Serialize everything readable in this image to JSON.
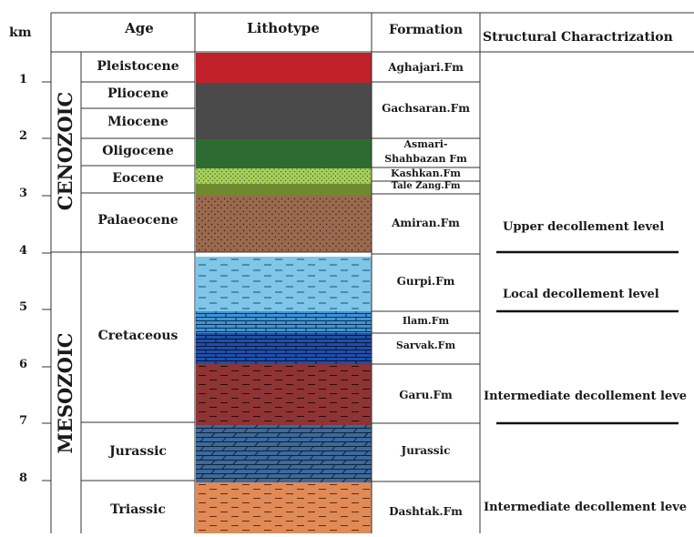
{
  "axis": {
    "unit_label": "km",
    "ticks": [
      "1",
      "2",
      "3",
      "4",
      "5",
      "6",
      "7",
      "8"
    ]
  },
  "headers": {
    "age": "Age",
    "lithotype": "Lithotype",
    "formation": "Formation",
    "structural": "Structural Charactrization"
  },
  "eras": [
    "CENOZOIC",
    "MESOZOIC"
  ],
  "ages": [
    "Pleistocene",
    "Pliocene",
    "Miocene",
    "Oligocene",
    "Eocene",
    "Palaeocene",
    "Cretaceous",
    "Jurassic",
    "Triassic"
  ],
  "formations": [
    "Aghajari.Fm",
    "Gachsaran.Fm",
    "Asmari-",
    "Shahbazan Fm",
    "Kashkan.Fm",
    "Tale Zang.Fm",
    "Amiran.Fm",
    "Gurpi.Fm",
    "Ilam.Fm",
    "Sarvak.Fm",
    "Garu.Fm",
    "Jurassic",
    "Dashtak.Fm"
  ],
  "structural": [
    "Upper decollement level",
    "Local decollement level",
    "Intermediate decollement leve",
    "Intermediate decollement leve"
  ],
  "lithology_colors": {
    "aghajari": "#c0202a",
    "gachsaran": "#4a4a4a",
    "asmari": "#2e6b32",
    "kashkan": "#a7cf5b",
    "talezang": "#6f8a2e",
    "amiran": "#9b6a4e",
    "gurpi": "#7fc6e8",
    "ilam": "#3f95d6",
    "sarvak": "#1f4fa8",
    "garu": "#8e3434",
    "jurassic": "#3d6a9c",
    "dashtak": "#e08a58"
  }
}
